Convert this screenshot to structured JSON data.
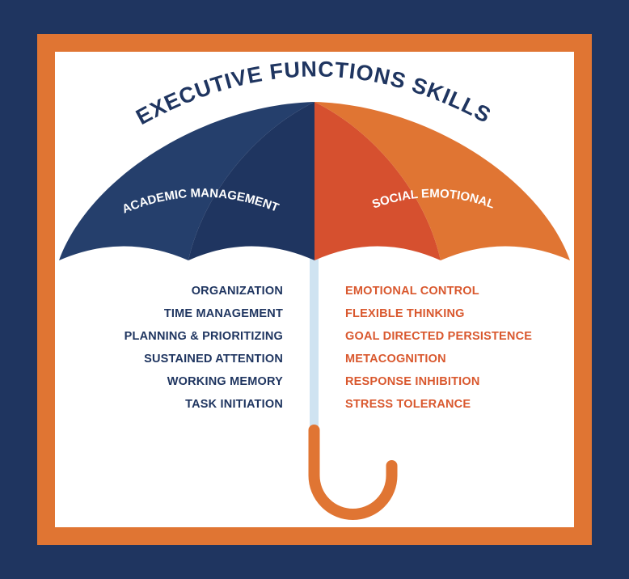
{
  "title": "EXECUTIVE FUNCTIONS SKILLS",
  "colors": {
    "background": "#1f3560",
    "frame": "#e07533",
    "navy_light": "#253f6c",
    "navy_dark": "#1f3560",
    "red": "#d6502f",
    "orange": "#e07533",
    "shaft": "#cfe3f1",
    "handle": "#e07533",
    "left_text": "#1f3560",
    "right_text": "#d9582e"
  },
  "left_panel": {
    "label": "ACADEMIC MANAGEMENT",
    "items": [
      "ORGANIZATION",
      "TIME MANAGEMENT",
      "PLANNING & PRIORITIZING",
      "SUSTAINED ATTENTION",
      "WORKING MEMORY",
      "TASK INITIATION"
    ]
  },
  "right_panel": {
    "label": "SOCIAL EMOTIONAL",
    "items": [
      "EMOTIONAL CONTROL",
      "FLEXIBLE THINKING",
      "GOAL DIRECTED PERSISTENCE",
      "METACOGNITION",
      "RESPONSE INHIBITION",
      "STRESS TOLERANCE"
    ]
  }
}
